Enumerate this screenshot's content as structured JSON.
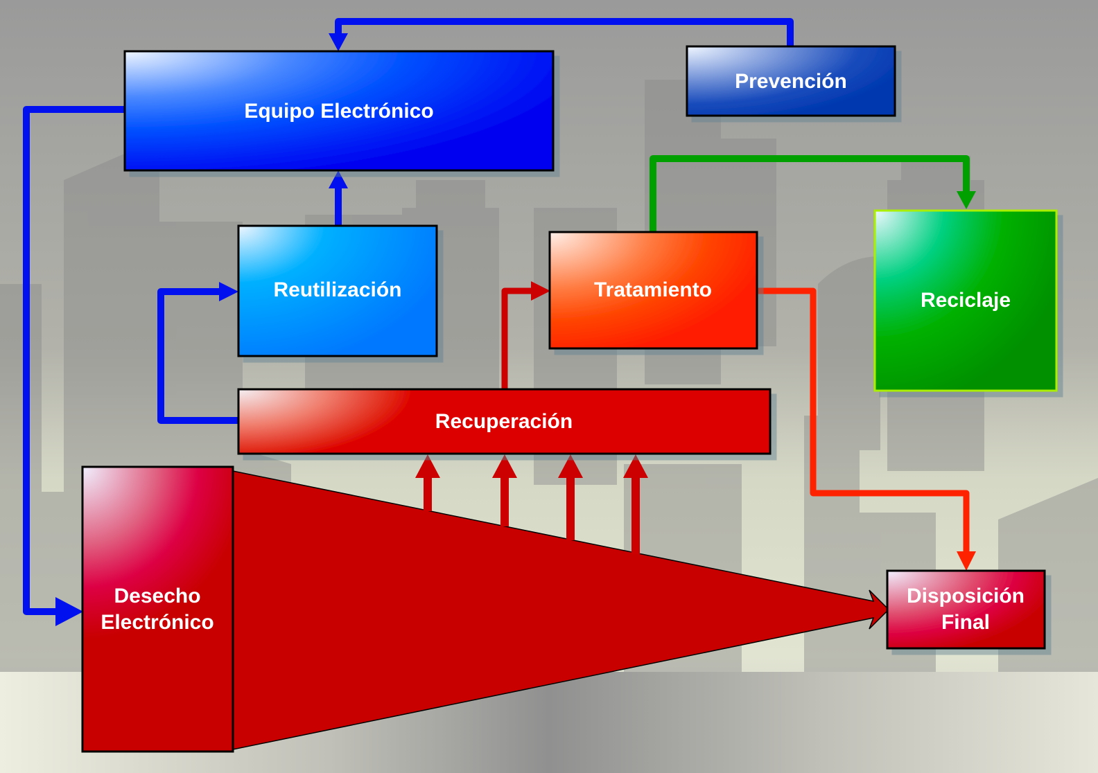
{
  "diagram": {
    "type": "e-waste flow diagram",
    "colors": {
      "blue_flow": "#0010ee",
      "green_flow": "#00a000",
      "red_flow": "#cc0000",
      "orange_red_flow": "#ff2200",
      "box_equipo": "#0000ff",
      "box_prevencion": "#0033aa",
      "box_reutilizacion": "#0080ff",
      "box_tratamiento": "#ff2200",
      "box_reciclaje": "#00a000",
      "box_recuperacion": "#dd0000",
      "box_desecho": "#cc0000",
      "box_disposicion": "#cc0000"
    },
    "nodes": {
      "equipo": {
        "label": "Equipo Electrónico"
      },
      "prevencion": {
        "label": "Prevención"
      },
      "reutilizacion": {
        "label": "Reutilización"
      },
      "tratamiento": {
        "label": "Tratamiento"
      },
      "reciclaje": {
        "label": "Reciclaje"
      },
      "recuperacion": {
        "label": "Recuperación"
      },
      "desecho": {
        "line1": "Desecho",
        "line2": "Electrónico"
      },
      "disposicion": {
        "line1": "Disposición",
        "line2": "Final"
      }
    },
    "edges": [
      {
        "from": "Prevención",
        "to": "Equipo Electrónico",
        "color": "blue"
      },
      {
        "from": "Equipo Electrónico",
        "to": "Desecho Electrónico",
        "color": "blue"
      },
      {
        "from": "Reutilización",
        "to": "Equipo Electrónico",
        "color": "blue"
      },
      {
        "from": "Recuperación",
        "to": "Reutilización",
        "color": "blue"
      },
      {
        "from": "Recuperación",
        "to": "Tratamiento",
        "color": "red"
      },
      {
        "from": "Tratamiento",
        "to": "Reciclaje",
        "color": "green"
      },
      {
        "from": "Tratamiento",
        "to": "Disposición Final",
        "color": "red"
      },
      {
        "from": "Desecho Electrónico",
        "to": "Recuperación",
        "color": "red",
        "count": 4
      },
      {
        "from": "Desecho Electrónico",
        "to": "Disposición Final",
        "color": "red",
        "style": "wedge"
      }
    ]
  }
}
